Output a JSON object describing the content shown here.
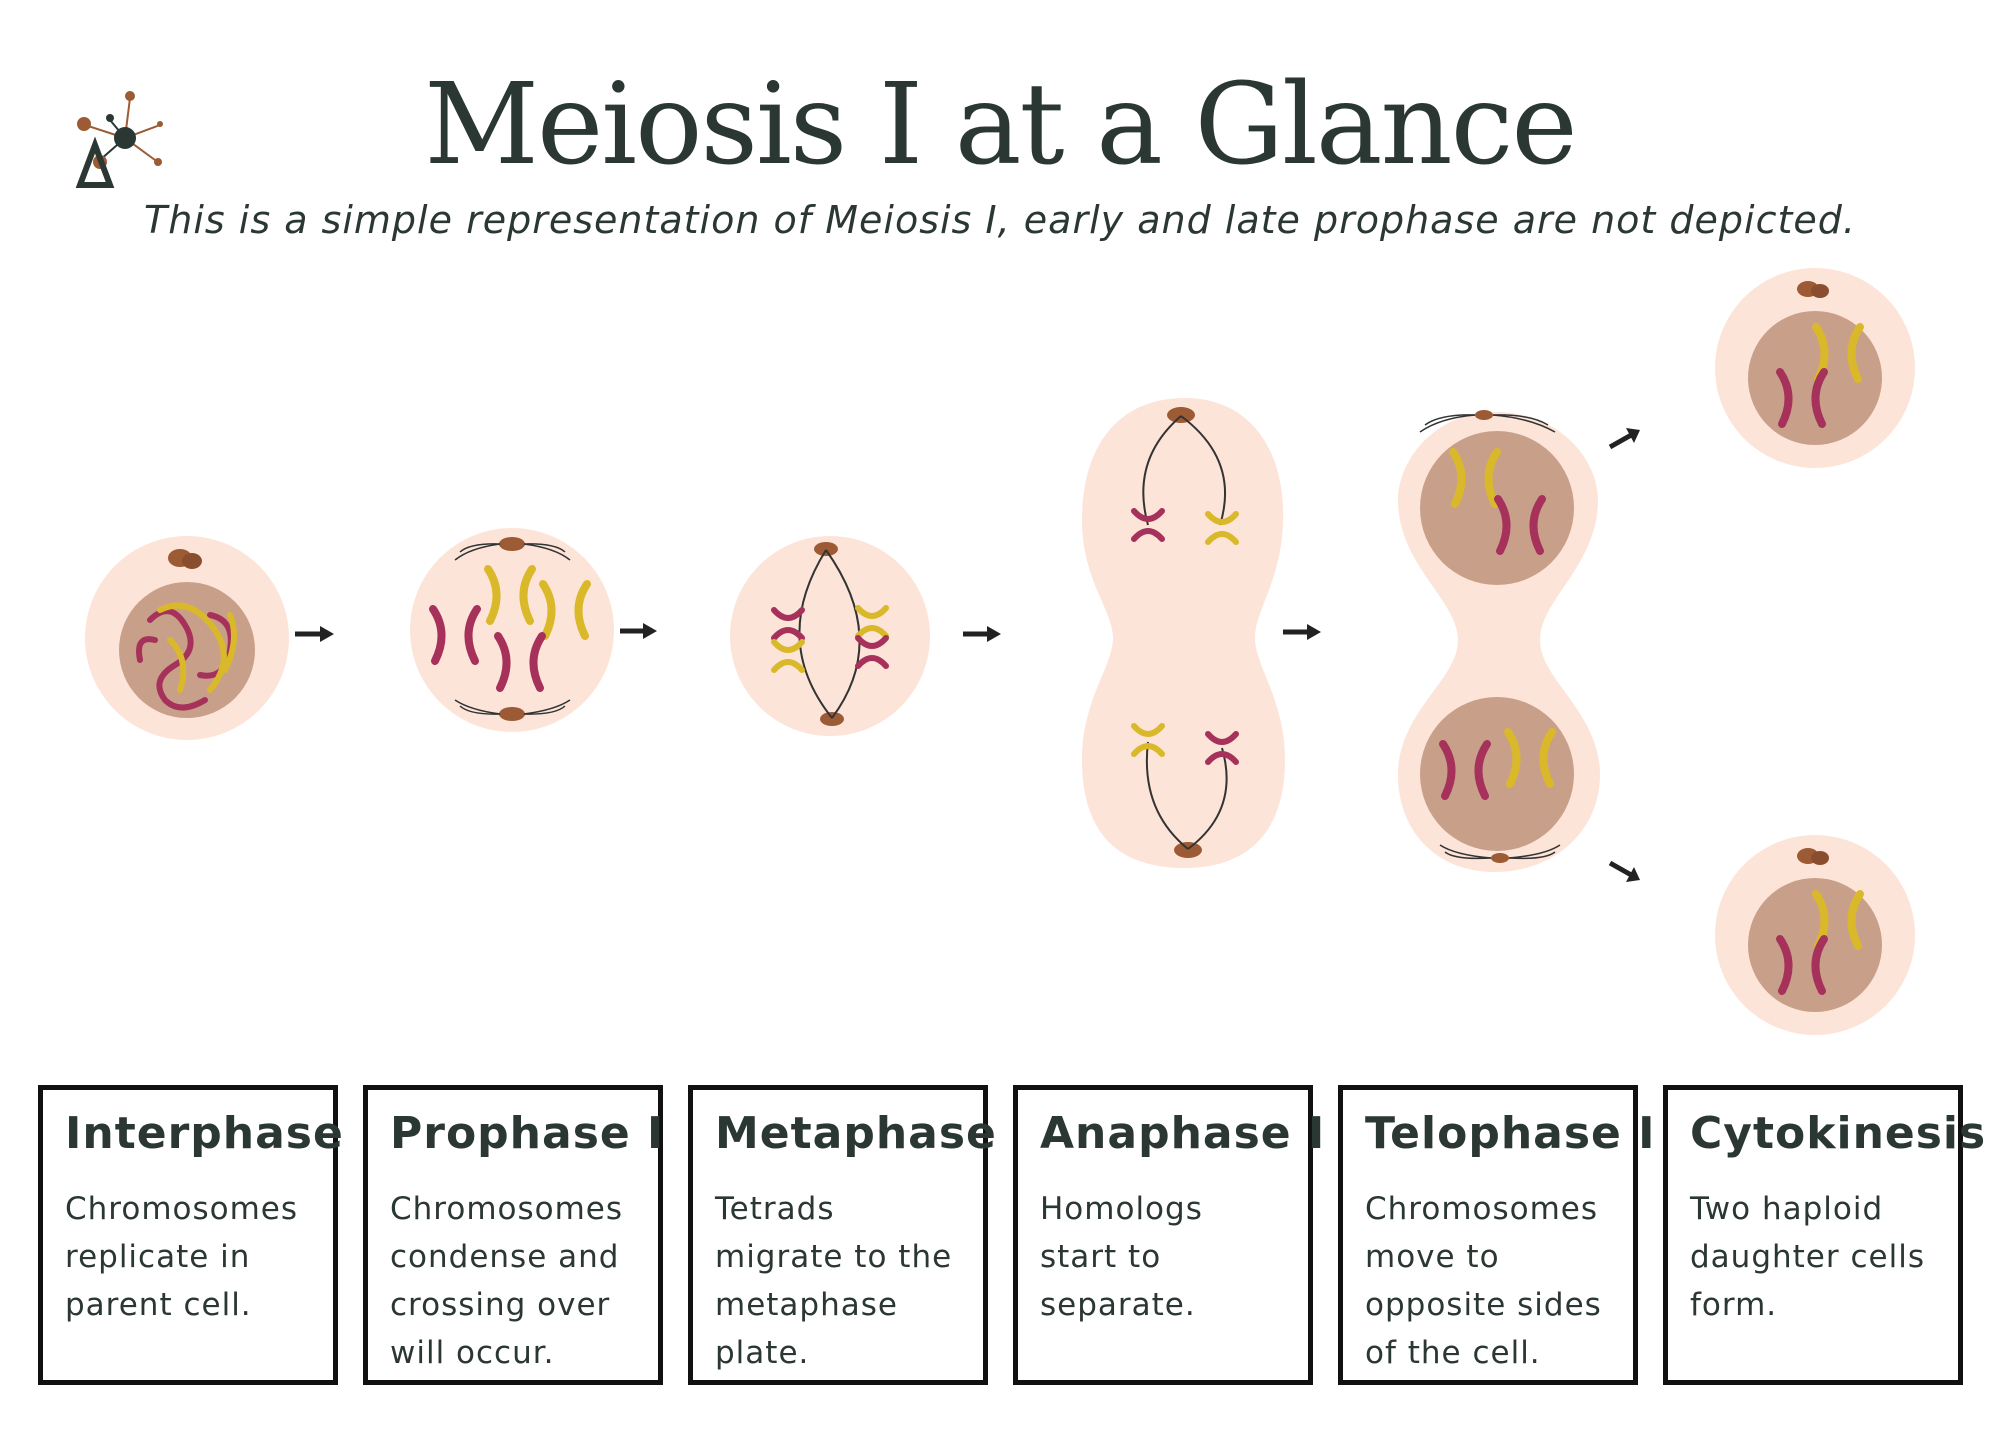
{
  "header": {
    "title": "Meiosis I at a Glance",
    "subtitle": "This is a simple representation of Meiosis I, early and late prophase are not depicted."
  },
  "colors": {
    "cell_fill": "#fde4d8",
    "nucleus_fill": "#c8a08a",
    "centrosome": "#9c5a35",
    "chromosome_a": "#a6325c",
    "chromosome_b": "#d9b92a",
    "spindle": "#333333",
    "text": "#2b3733"
  },
  "stages": [
    {
      "title": "Interphase",
      "description": "Chromosomes replicate in parent cell."
    },
    {
      "title": "Prophase I",
      "description": "Chromosomes condense and crossing over will occur."
    },
    {
      "title": "Metaphase I",
      "description": "Tetrads migrate to the metaphase plate."
    },
    {
      "title": "Anaphase I",
      "description": "Homologs start to separate."
    },
    {
      "title": "Telophase I",
      "description": "Chromosomes move to opposite sides of the cell."
    },
    {
      "title": "Cytokinesis",
      "description": "Two haploid daughter cells form."
    }
  ],
  "icons": [
    "logo-molecule-icon",
    "arrow-right-icon",
    "arrow-up-right-icon",
    "arrow-down-right-icon"
  ]
}
